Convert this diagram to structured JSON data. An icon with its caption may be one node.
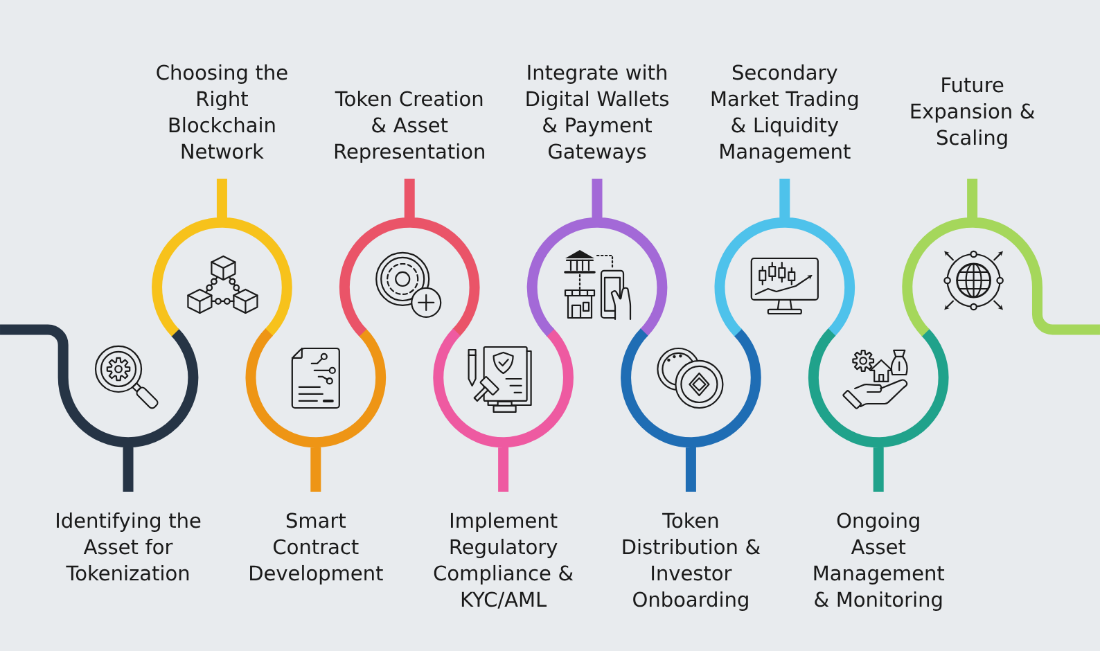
{
  "diagram": {
    "nodes": [
      {
        "text": [
          "Identifying the Asset for Tokenization"
        ]
      },
      {
        "text": [
          "Choosing the Right Blockchain Network"
        ]
      },
      {
        "text": [
          "Smart Contract Development"
        ]
      },
      {
        "text": [
          "Token Creation & Asset Representation"
        ]
      },
      {
        "text": [
          "Implement Regulatory Compliance & KYC/AML"
        ]
      },
      {
        "text": [
          "Integrate with Digital Wallets & Payment Gateways"
        ]
      },
      {
        "text": [
          "Token Distribution & Investor Onboarding"
        ]
      },
      {
        "text": [
          "Secondary Market Trading & Liquidity Management"
        ]
      },
      {
        "text": [
          "Ongoing Asset Management & Monitoring"
        ]
      },
      {
        "text": [
          "Future Expansion & Scaling"
        ]
      }
    ],
    "edges": [
      {
        "from": null,
        "to": 0,
        "arrow": "none",
        "color": "#263445"
      },
      {
        "from": 9,
        "to": null,
        "arrow": "none",
        "color": "#a5d75b"
      }
    ]
  }
}
